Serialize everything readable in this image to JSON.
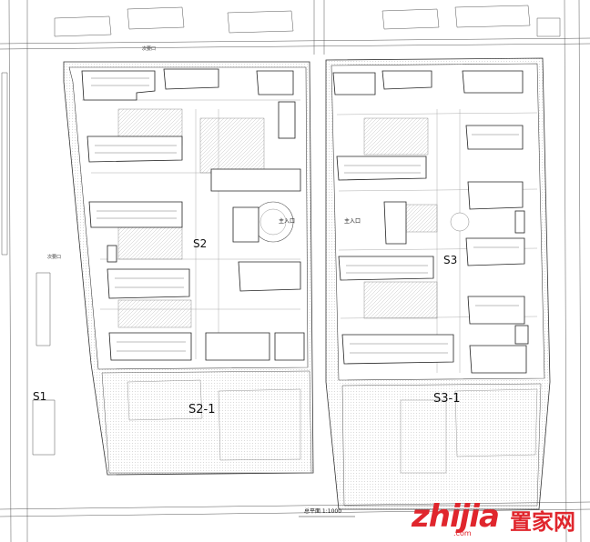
{
  "zones": {
    "s1": "S1",
    "s2": "S2",
    "s2_1": "S2-1",
    "s3": "S3",
    "s3_1": "S3-1"
  },
  "entrances": {
    "main_left": "主入口",
    "main_right": "主入口",
    "secondary_top": "次要口",
    "secondary_left": "次要口"
  },
  "scale_label": "总平面 1:1000",
  "watermark": {
    "brand": "zhijia",
    "cn": "置家网",
    "domain": ".com"
  },
  "colors": {
    "line": "#333333",
    "light_line": "#888888",
    "hatch": "#9a9a9a",
    "accent": "#e0262d"
  }
}
